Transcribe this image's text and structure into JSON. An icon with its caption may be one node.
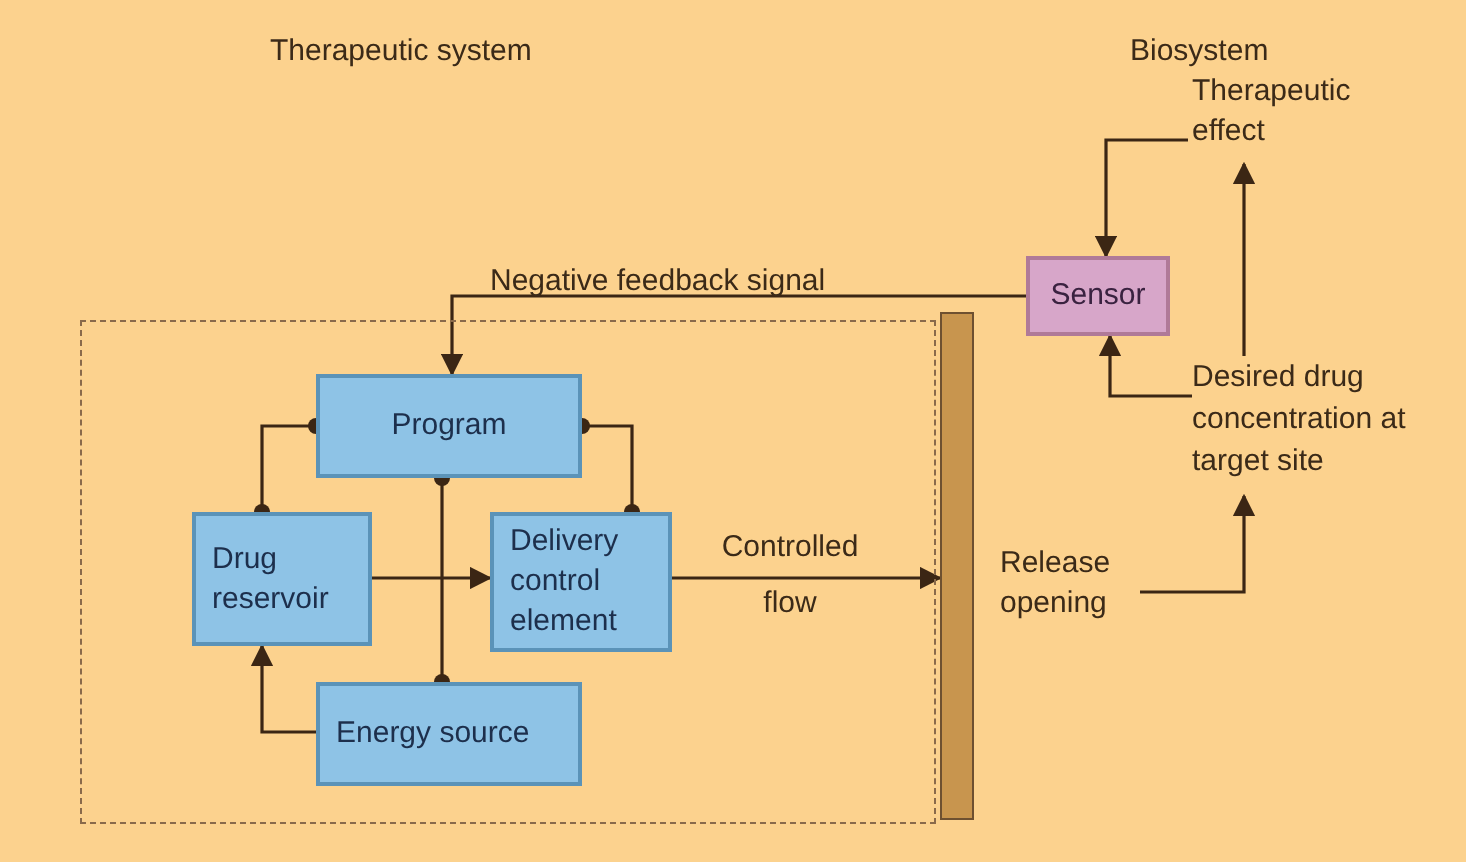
{
  "diagram": {
    "nodes": [
      {
        "text": [],
        "shape": "box"
      },
      {
        "text": [
          "Program"
        ],
        "in": 0
      },
      {
        "text": [
          "Drug reservoir"
        ],
        "in": 0
      },
      {
        "text": [
          "Delivery control element"
        ],
        "in": 0
      },
      {
        "text": [
          "Energy source"
        ],
        "in": 0
      },
      {
        "text": [],
        "shape": "bar"
      },
      {
        "text": [
          "Release opening"
        ]
      },
      {
        "text": [
          "Sensor"
        ]
      },
      {
        "text": [
          "Therapeutic effect"
        ]
      },
      {
        "text": [
          "Desired drug concentration at target site"
        ]
      }
    ],
    "edges": [
      {
        "from": 7,
        "to": 1,
        "arrow": "to",
        "label": "Negative feedback signal"
      },
      {
        "from": 1,
        "to": 2,
        "arrow": "other"
      },
      {
        "from": 1,
        "to": 3,
        "arrow": "other"
      },
      {
        "from": 1,
        "to": 4,
        "arrow": "other"
      },
      {
        "from": 2,
        "to": 3,
        "arrow": "to"
      },
      {
        "from": 4,
        "to": 2,
        "arrow": "to"
      },
      {
        "from": 3,
        "to": 5,
        "arrow": "to",
        "label": "Controlled flow"
      },
      {
        "from": 6,
        "to": 9,
        "arrow": "to"
      },
      {
        "from": 9,
        "to": 7,
        "arrow": "to"
      },
      {
        "from": 9,
        "to": 8,
        "arrow": "to"
      },
      {
        "from": 8,
        "to": 7,
        "arrow": "to"
      }
    ],
    "labels": [
      "Therapeutic system",
      "Biosystem"
    ]
  }
}
